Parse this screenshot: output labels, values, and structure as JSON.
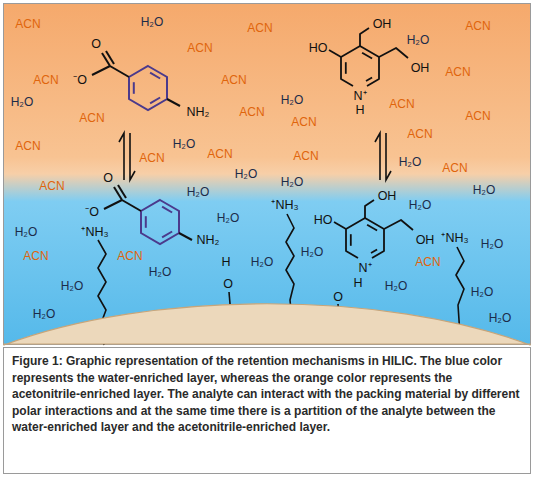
{
  "diagram": {
    "caption": "Figure 1: Graphic representation of the retention mechanisms in HILIC. The blue color represents the water-enriched layer, whereas the orange color represents the acetonitrile-enriched layer. The analyte can interact with the packing material by different polar interactions and at the same time there is a partition of the analyte between the water-enriched layer and the acetonitrile-enriched layer.",
    "labels": [
      "ACN",
      "H₂O",
      "ACN",
      "H₂O",
      "ACN",
      "ACN",
      "O",
      "OH",
      "HO",
      "ACN",
      "⁻O",
      "ACN",
      "OH",
      "ACN",
      "H₂O",
      "ACN",
      "NH₂",
      "ACN",
      "H₂O",
      "N⁺",
      "ACN",
      "H",
      "ACN",
      "ACN",
      "ACN",
      "ACN",
      "ACN",
      "H₂O",
      "ACN",
      "ACN",
      "H₂O",
      "ACN",
      "H₂O",
      "H₂O",
      "ACN",
      "O",
      "H₂O",
      "⁺NH₃",
      "OH",
      "H₂O",
      "⁻O",
      "H₂O",
      "H₂O",
      "HO",
      "⁺NH₃",
      "H₂O",
      "NH₂",
      "OH",
      "⁺NH₃",
      "H₂O",
      "ACN",
      "ACN",
      "H₂O",
      "H",
      "H₂O",
      "ACN",
      "N⁺",
      "H₂O",
      "H",
      "H₂O",
      "O",
      "H₂O",
      "H₂O",
      "O",
      "H₂O",
      "H₂O"
    ]
  }
}
